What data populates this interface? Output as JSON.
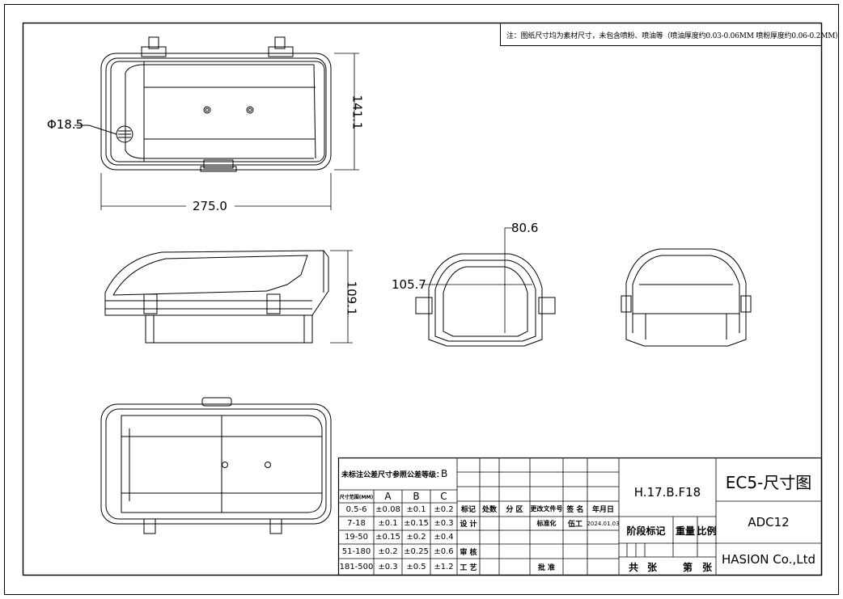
{
  "note": "注：图纸尺寸均为素材尺寸，未包含喷粉、喷油等（喷油厚度约0.03-0.06MM 喷粉厚度约0.06-0.2MM）",
  "dimensions": {
    "diameter": "Φ18.5",
    "height_top": "141.1",
    "length": "275.0",
    "height_side": "109.1",
    "end_width": "80.6",
    "end_height": "105.7"
  },
  "tolerance_table": {
    "title": "未标注公差尺寸参照公差等级：",
    "grade": "B",
    "header": [
      "尺寸范围(MM)",
      "A",
      "B",
      "C"
    ],
    "rows": [
      [
        "0.5-6",
        "±0.08",
        "±0.1",
        "±0.2"
      ],
      [
        "7-18",
        "±0.1",
        "±0.15",
        "±0.3"
      ],
      [
        "19-50",
        "±0.15",
        "±0.2",
        "±0.4"
      ],
      [
        "51-180",
        "±0.2",
        "±0.25",
        "±0.6"
      ],
      [
        "181-500",
        "±0.3",
        "±0.5",
        "±1.2"
      ]
    ]
  },
  "revision_block": {
    "headers": [
      "标记",
      "处数",
      "分 区",
      "更改文件号",
      "签 名",
      "年月日"
    ],
    "design": "设 计",
    "standardization": "标准化",
    "designer": "伍工",
    "date": "2024.01.03",
    "review": "审 核",
    "process": "工 艺",
    "approval": "批 准"
  },
  "title_block": {
    "drawing_number": "H.17.B.F18",
    "title": "EC5-尺寸图",
    "material": "ADC12",
    "stage_mark": "阶段标记",
    "weight": "重量",
    "scale": "比例",
    "total": "共",
    "sheets": "张",
    "page": "第",
    "page_sheets": "张",
    "company": "HASION Co.,Ltd"
  }
}
